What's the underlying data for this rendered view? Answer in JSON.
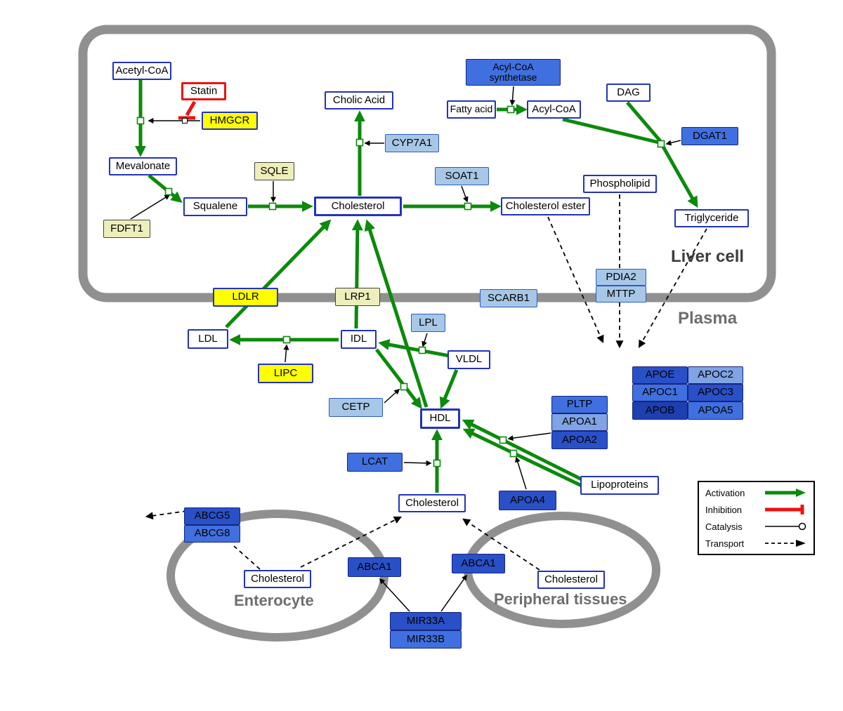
{
  "regions": {
    "liver_cell": "Liver cell",
    "plasma": "Plasma",
    "enterocyte": "Enterocyte",
    "peripheral": "Peripheral tissues"
  },
  "nodes": {
    "acetyl_coa": "Acetyl-CoA",
    "statin": "Statin",
    "hmgcr": "HMGCR",
    "mevalonate": "Mevalonate",
    "fdft1": "FDFT1",
    "squalene": "Squalene",
    "sqle": "SQLE",
    "cholesterol_liver": "Cholesterol",
    "cholic_acid": "Cholic Acid",
    "cyp7a1": "CYP7A1",
    "soat1": "SOAT1",
    "cholesterol_ester": "Cholesterol ester",
    "acyl_coa_synthetase": "Acyl-CoA synthetase",
    "fatty_acid": "Fatty acid",
    "acyl_coa": "Acyl-CoA",
    "dag": "DAG",
    "dgat1": "DGAT1",
    "phospholipid": "Phospholipid",
    "triglyceride": "Triglyceride",
    "ldlr": "LDLR",
    "lrp1": "LRP1",
    "scarb1": "SCARB1",
    "pdia2": "PDIA2",
    "mttp": "MTTP",
    "ldl": "LDL",
    "idl": "IDL",
    "lpl": "LPL",
    "vldl": "VLDL",
    "lipc": "LIPC",
    "cetp": "CETP",
    "hdl": "HDL",
    "lcat": "LCAT",
    "pltp": "PLTP",
    "apoa1": "APOA1",
    "apoa2": "APOA2",
    "apoa4": "APOA4",
    "lipoproteins": "Lipoproteins",
    "cholesterol_plasma": "Cholesterol",
    "apoe": "APOE",
    "apoc2": "APOC2",
    "apoc1": "APOC1",
    "apoc3": "APOC3",
    "apob": "APOB",
    "apoa5": "APOA5",
    "abcg5": "ABCG5",
    "abcg8": "ABCG8",
    "cholesterol_enterocyte": "Cholesterol",
    "abca1_left": "ABCA1",
    "abca1_right": "ABCA1",
    "cholesterol_peripheral": "Cholesterol",
    "mir33a": "MIR33A",
    "mir33b": "MIR33B"
  },
  "legend": {
    "activation": "Activation",
    "inhibition": "Inhibition",
    "catalysis": "Catalysis",
    "transport": "Transport"
  },
  "colors": {
    "activation_green": "#0b8a0b",
    "inhibition_red": "#ee1111",
    "metabolite_border": "#2233bb",
    "enzyme_yellow": "#ffff00",
    "enzyme_pale_yellow": "#eeeebb",
    "enzyme_light_blue": "#a7c7e7",
    "enzyme_blue": "#4070e0",
    "enzyme_dark_blue": "#2a50c8",
    "membrane_gray": "#909090"
  }
}
